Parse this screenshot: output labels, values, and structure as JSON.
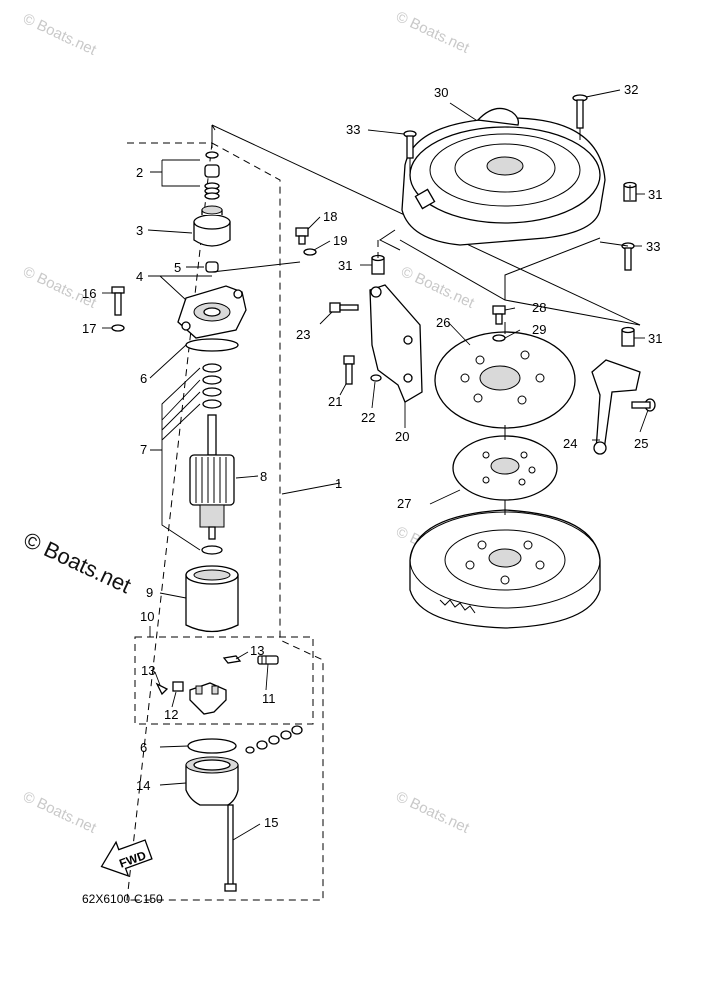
{
  "watermark": {
    "text": "© Boats.net"
  },
  "diagram_code": "62X6100-C150",
  "fwd_label": "FWD",
  "callouts": [
    "1",
    "2",
    "3",
    "4",
    "5",
    "6",
    "7",
    "8",
    "9",
    "10",
    "11",
    "12",
    "13",
    "14",
    "15",
    "16",
    "17",
    "18",
    "19",
    "20",
    "21",
    "22",
    "23",
    "24",
    "25",
    "26",
    "27",
    "28",
    "29",
    "30",
    "31",
    "32",
    "33"
  ]
}
